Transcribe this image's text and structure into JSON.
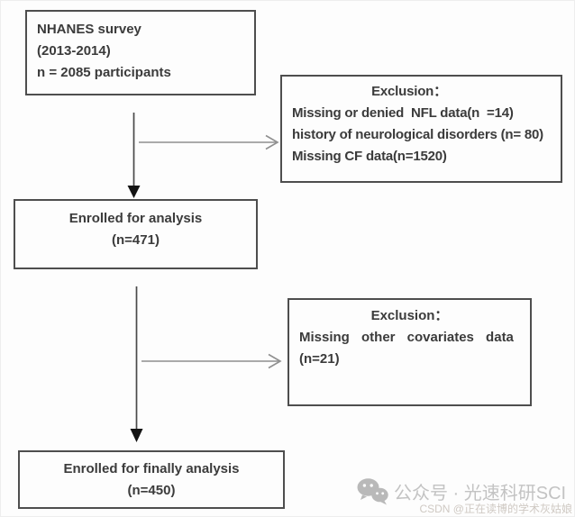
{
  "flowchart": {
    "population_box": {
      "lines": [
        "NHANES survey",
        "(2013-2014)",
        "n = 2085 participants"
      ]
    },
    "exclusion_box_1": {
      "title": "Exclusion：",
      "lines": [
        "Missing or denied  NFL data(n  =14)",
        "history of neurological disorders (n= 80)",
        "Missing CF data(n=1520)"
      ]
    },
    "enrolled_box": {
      "lines": [
        "Enrolled for analysis",
        "(n=471)"
      ]
    },
    "exclusion_box_2": {
      "title": "Exclusion：",
      "lines": [
        "Missing other covariates data",
        "(n=21)"
      ]
    },
    "final_box": {
      "lines": [
        "Enrolled for finally analysis",
        "(n=450)"
      ]
    }
  },
  "watermark": {
    "wechat_text": "公众号 · 光速科研SCI",
    "csdn_text": "CSDN @正在读博的学术灰姑娘",
    "wechat_icon": "wechat-logo"
  },
  "colors": {
    "box_border": "#4e4e4e",
    "text": "#3b3b3b",
    "arrow_dark": "#4a4a4a",
    "arrow_gray": "#8f8f8f",
    "watermark_gray": "#c3c3c3",
    "watermark_csdn": "#cfc9c3"
  }
}
